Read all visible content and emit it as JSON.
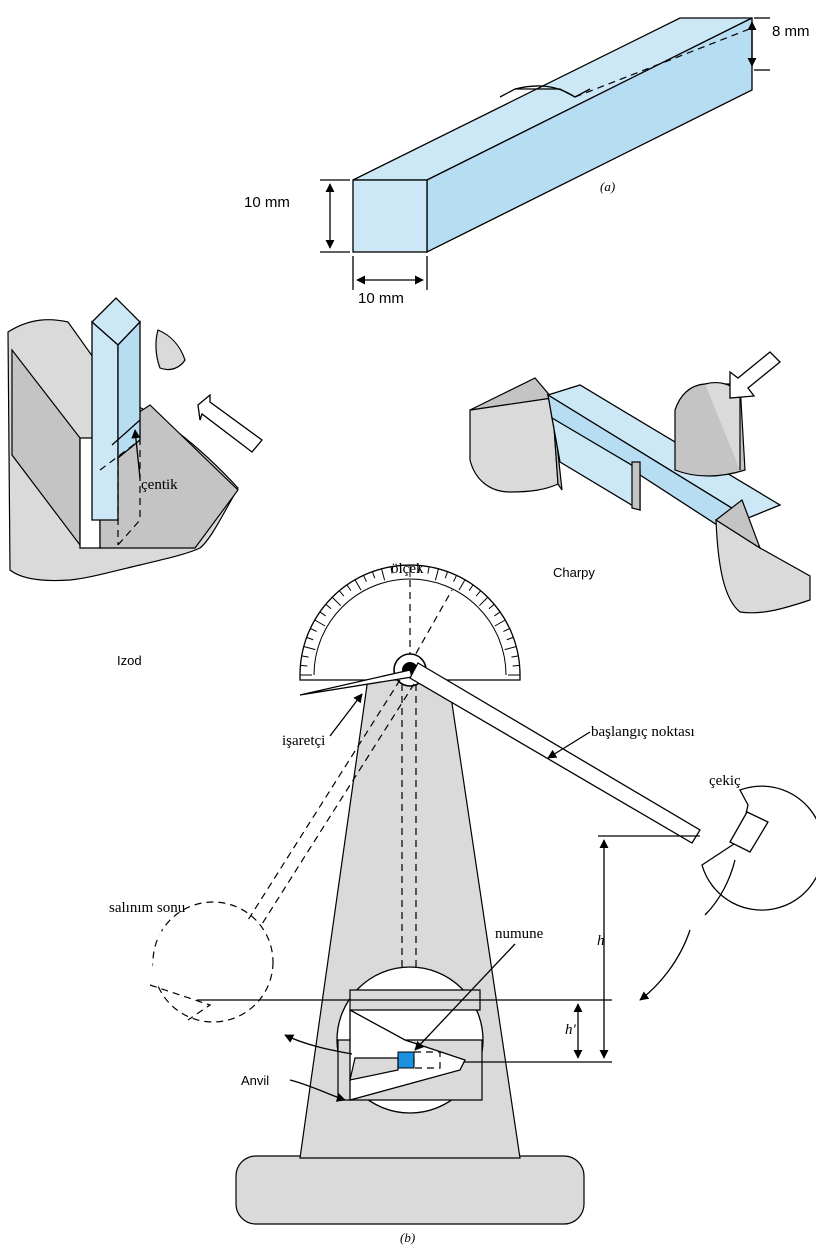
{
  "figure": {
    "part_a_label": "(a)",
    "part_b_label": "(b)",
    "dimensions": {
      "height_notch": "8 mm",
      "height": "10 mm",
      "width": "10 mm"
    },
    "tests": {
      "izod": "Izod",
      "charpy": "Charpy",
      "notch": "çentik"
    },
    "machine": {
      "scale": "ölçek",
      "pointer": "işaretçi",
      "start_point": "başlangıç noktası",
      "hammer": "çekiç",
      "end_of_swing": "salınım sonu",
      "specimen": "numune",
      "anvil": "Anvil",
      "h": "h",
      "h_prime": "h'"
    },
    "colors": {
      "specimen_blue": "#cce8f7",
      "specimen_highlight": "#1e90e0",
      "machine_gray": "#dadada"
    }
  }
}
